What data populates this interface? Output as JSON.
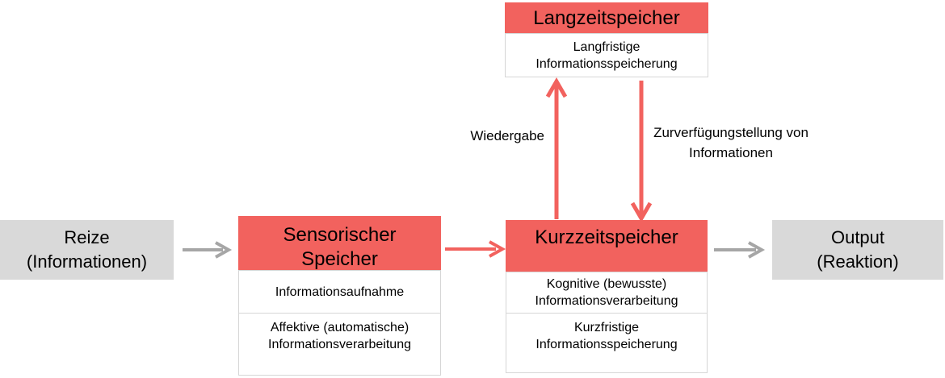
{
  "boxes": {
    "reize": {
      "line1": "Reize",
      "line2": "(Informationen)"
    },
    "sensory": {
      "header_line1": "Sensorischer",
      "header_line2": "Speicher",
      "sub1": "Informationsaufnahme",
      "sub2_line1": "Affektive (automatische)",
      "sub2_line2": "Informationsverarbeitung"
    },
    "shortterm": {
      "header": "Kurzzeitspeicher",
      "sub1_line1": "Kognitive (bewusste)",
      "sub1_line2": "Informationsverarbeitung",
      "sub2_line1": "Kurzfristige",
      "sub2_line2": "Informationsspeicherung"
    },
    "longterm": {
      "header": "Langzeitspeicher",
      "sub_line1": "Langfristige",
      "sub_line2": "Informationsspeicherung"
    },
    "output": {
      "line1": "Output",
      "line2": "(Reaktion)"
    }
  },
  "labels": {
    "wiedergabe": "Wiedergabe",
    "zurverfuegung_line1": "Zurverfügungstellung von",
    "zurverfuegung_line2": "Informationen"
  },
  "colors": {
    "accent_red": "#f2625e",
    "box_gray": "#d9d9d9",
    "arrow_gray": "#a6a6a6",
    "subbox_border": "#d6d6d6",
    "text": "#000000",
    "background": "#ffffff"
  }
}
